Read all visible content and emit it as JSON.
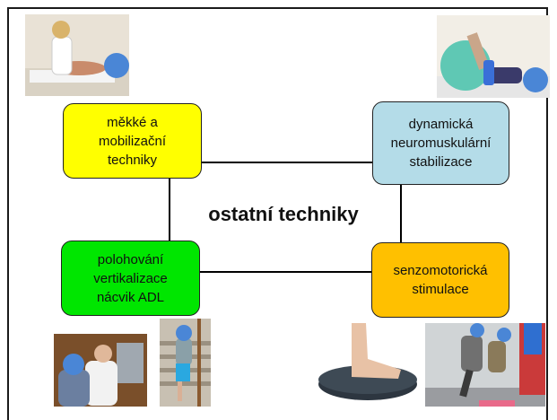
{
  "slide": {
    "title": "ostatní techniky",
    "nodes": [
      {
        "id": "top-left",
        "label": "měkké a\nmobilizační\ntechniky",
        "color": "#ffff00"
      },
      {
        "id": "top-right",
        "label": "dynamická\nneuromuskulární\nstabilizace",
        "color": "#b4dce8"
      },
      {
        "id": "bottom-left",
        "label": "polohování\nvertikalizace\nnácvik ADL",
        "color": "#00e600"
      },
      {
        "id": "bottom-right",
        "label": "senzomotorická\nstimulace",
        "color": "#ffc000"
      }
    ],
    "photos": [
      {
        "name": "massage-photo"
      },
      {
        "name": "gym-ball-photo"
      },
      {
        "name": "adl-training-photo"
      },
      {
        "name": "stair-climbing-photo"
      },
      {
        "name": "balance-cushion-photo"
      },
      {
        "name": "gait-training-photo"
      }
    ]
  }
}
